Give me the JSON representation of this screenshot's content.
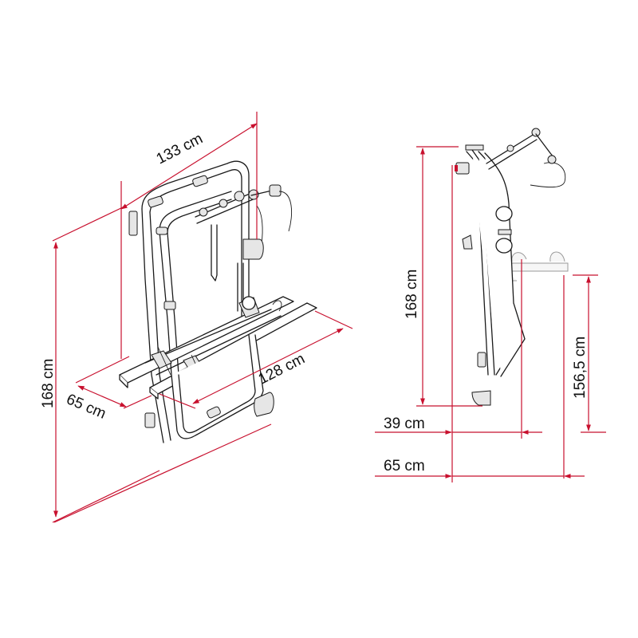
{
  "diagram": {
    "type": "technical-dimension-drawing",
    "subject": "bike-rack",
    "accent_color": "#c8102e",
    "line_color": "#1a1a1a",
    "views": [
      {
        "name": "isometric-view",
        "dimensions": {
          "width": "133 cm",
          "height": "168 cm",
          "depth": "65 cm",
          "rail_length": "128 cm"
        }
      },
      {
        "name": "side-view",
        "dimensions": {
          "height": "168 cm",
          "rail_height": "156,5 cm",
          "depth_folded": "39 cm",
          "depth_extended": "65 cm"
        }
      }
    ]
  },
  "labels": {
    "iso_width": "133 cm",
    "iso_height": "168 cm",
    "iso_depth": "65 cm",
    "iso_rail": "128 cm",
    "side_height": "168 cm",
    "side_rail_height": "156,5 cm",
    "side_depth_folded": "39 cm",
    "side_depth_extended": "65 cm"
  }
}
